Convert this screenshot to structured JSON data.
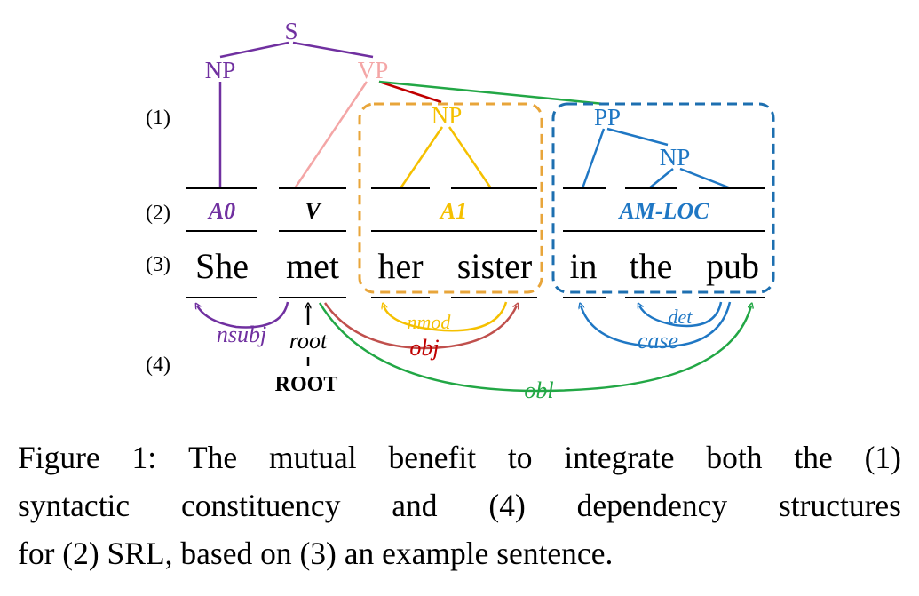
{
  "colors": {
    "purple": "#7030a0",
    "pink": "#f4a6a6",
    "dark_red": "#c00000",
    "gold": "#f5c000",
    "orange_dash": "#e8a53a",
    "blue": "#1f77c4",
    "blue_dash": "#1d6fb0",
    "green": "#22a745",
    "brown_red": "#c0504d",
    "black": "#000000"
  },
  "row_labels": {
    "r1": "(1)",
    "r2": "(2)",
    "r3": "(3)",
    "r4": "(4)"
  },
  "constituency": {
    "s": "S",
    "np_subject": "NP",
    "vp": "VP",
    "np_object": "NP",
    "pp": "PP",
    "np_pp": "NP"
  },
  "srl": {
    "a0": "A0",
    "v": "V",
    "a1": "A1",
    "am_loc": "AM-LOC"
  },
  "sentence": {
    "w1": "She",
    "w2": "met",
    "w3": "her",
    "w4": "sister",
    "w5": "in",
    "w6": "the",
    "w7": "pub"
  },
  "dependency": {
    "nsubj": "nsubj",
    "root": "root",
    "root_node": "ROOT",
    "nmod": "nmod",
    "obj": "obj",
    "det": "det",
    "case": "case",
    "obl": "obl"
  },
  "caption": {
    "line1_words": [
      "Figure",
      "1:",
      "The",
      "mutual",
      "benefit",
      "to",
      "integrate",
      "both",
      "the",
      "(1)"
    ],
    "line2_words": [
      "syntactic",
      "constituency",
      "and",
      "(4)",
      "dependency",
      "structures"
    ],
    "line3": "for (2) SRL, based on (3) an example sentence."
  }
}
